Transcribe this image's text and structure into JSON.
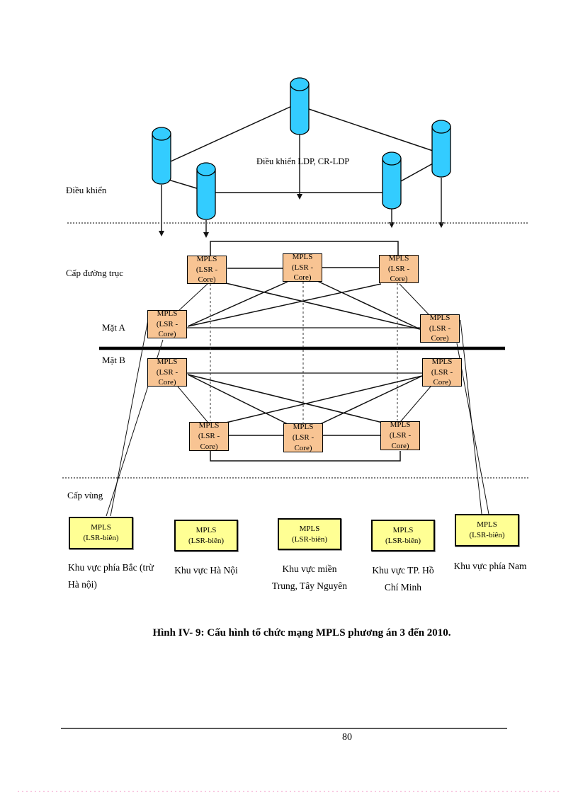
{
  "colors": {
    "cylinder": "#33CCFF",
    "core_box_fill": "#F8C493",
    "edge_box_fill": "#FFFF94",
    "line": "#111111",
    "footer_dotted_line": "#F5A9D0"
  },
  "diagram": {
    "labels": {
      "control": "Điều khiển",
      "control_protocol": "Điều khiển LDP, CR-LDP",
      "backbone": "Cấp đường trục",
      "plane_a": "Mặt A",
      "plane_b": "Mặt B",
      "region": "Cấp vùng"
    },
    "core_box": {
      "line1": "MPLS",
      "line2": "(LSR - Core)"
    },
    "edge_box": {
      "line1": "MPLS",
      "line2": "(LSR-biên)"
    },
    "regions": [
      {
        "label_lines": [
          "Khu vực phía Bắc (trừ",
          "Hà nội)"
        ]
      },
      {
        "label_lines": [
          "Khu vực Hà Nội"
        ]
      },
      {
        "label_lines": [
          "Khu vực miền",
          "Trung, Tây Nguyên"
        ]
      },
      {
        "label_lines": [
          "Khu vực TP. Hồ",
          "Chí Minh"
        ]
      },
      {
        "label_lines": [
          "Khu vực phía Nam"
        ]
      }
    ],
    "caption": "Hình IV- 9: Cấu hình tổ chức mạng MPLS phương án 3 đến 2010."
  },
  "page": {
    "number": "80"
  }
}
